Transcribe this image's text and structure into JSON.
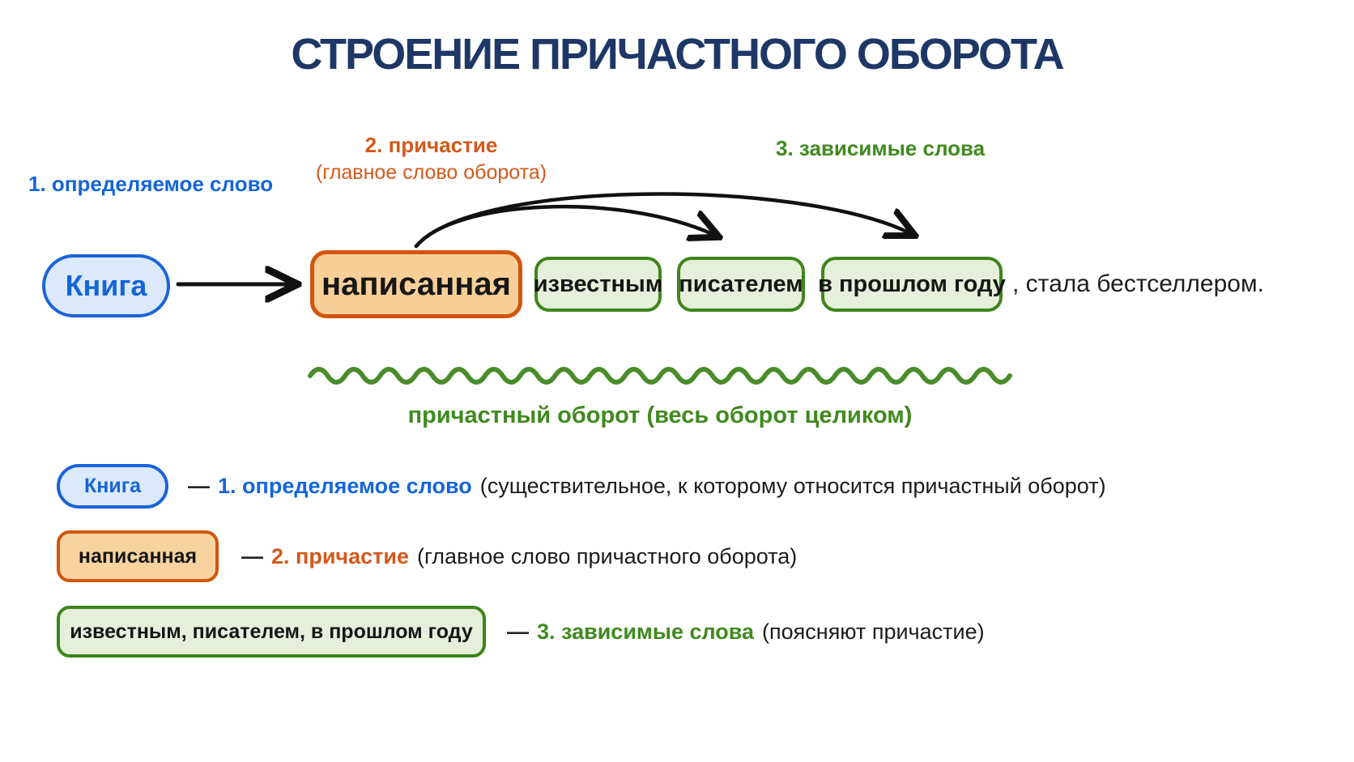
{
  "title": "СТРОЕНИЕ ПРИЧАСТНОГО ОБОРОТА",
  "part_labels": {
    "defined_word": "1. определяемое слово",
    "participle": "2. причастие",
    "participle_sub": "(главное слово оборота)",
    "dependent_words": "3. зависимые слова"
  },
  "sentence": {
    "subject": "Книга",
    "participle": "написанная",
    "dependents": [
      "известным",
      "писателем",
      "в прошлом году"
    ],
    "tail": ", стала бестселлером."
  },
  "underline_caption": "причастный оборот (весь оборот целиком)",
  "legend": [
    {
      "box_label": "Книга",
      "separator": "—",
      "term": "1. определяемое слово",
      "desc": "(существительное, к которому относится причастный оборот)"
    },
    {
      "box_label": "написанная",
      "separator": "—",
      "term": "2. причастие",
      "desc": "(главное слово причастного оборота)"
    },
    {
      "box_label": "известным, писателем, в прошлом году",
      "separator": "—",
      "term": "3. зависимые слова",
      "desc": "(поясняют причастие)"
    }
  ],
  "colors": {
    "title_navy": "#1e3766",
    "blue_text": "#1565d8",
    "blue_border": "#1b63d9",
    "blue_fill": "#dbe9fb",
    "orange_text": "#d4591a",
    "orange_border": "#d1560e",
    "orange_fill": "#f8cf97",
    "green_text": "#3f8a1e",
    "green_border": "#3e861c",
    "green_fill": "#e5efd9",
    "wave_green": "#4a8c2b",
    "arrow_black": "#111111"
  }
}
